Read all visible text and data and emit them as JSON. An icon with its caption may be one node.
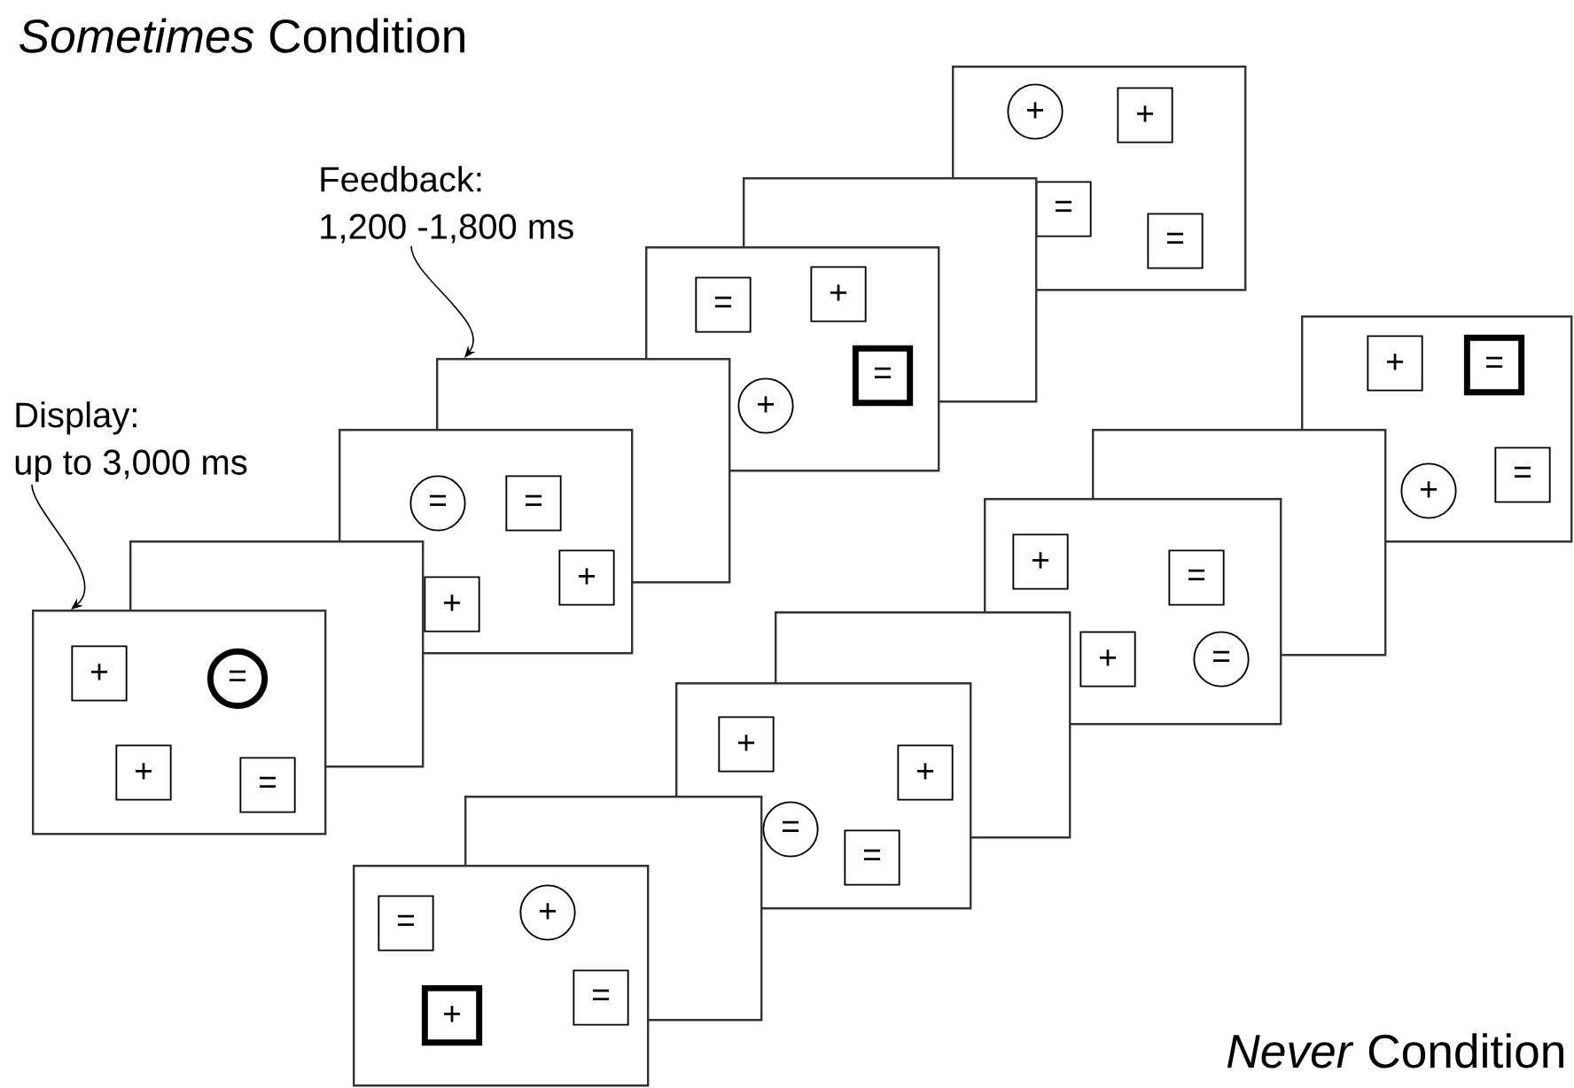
{
  "diagram": {
    "title": "*Sometimes* Condition",
    "nodes": [
      {
        "text": [
          "Display:",
          "up to 3,000 ms"
        ]
      },
      {
        "text": [
          "Feedback:",
          "1,200 -1,800 ms"
        ]
      },
      {
        "text": [],
        "shape": "box"
      },
      {
        "text": [
          "+"
        ],
        "in": 2
      },
      {
        "text": [
          "="
        ]
      },
      {
        "text": [
          "+"
        ],
        "in": 2
      },
      {
        "text": [
          "="
        ],
        "in": 2
      },
      {
        "text": [],
        "shape": "box"
      },
      {
        "text": [],
        "shape": "box"
      },
      {
        "text": [
          "="
        ],
        "in": 8
      },
      {
        "text": [
          "="
        ]
      },
      {
        "text": [
          "+"
        ],
        "in": 8
      },
      {
        "text": [
          "+"
        ],
        "in": 8
      },
      {
        "text": [],
        "shape": "box"
      },
      {
        "text": [],
        "shape": "box"
      },
      {
        "text": [
          "="
        ],
        "in": 14
      },
      {
        "text": [
          "+"
        ]
      },
      {
        "text": [
          "+"
        ],
        "in": 14
      },
      {
        "text": [
          "="
        ]
      },
      {
        "text": [],
        "shape": "box"
      },
      {
        "text": [],
        "shape": "box"
      },
      {
        "text": [
          "+"
        ],
        "in": 20
      },
      {
        "text": [
          "+"
        ],
        "in": 20
      },
      {
        "text": [
          "="
        ],
        "in": 20
      },
      {
        "text": [
          "="
        ],
        "in": 20
      },
      {
        "text": [],
        "shape": "box"
      },
      {
        "text": [
          "="
        ],
        "in": 25
      },
      {
        "text": [
          "+"
        ]
      },
      {
        "text": [
          "+"
        ],
        "in": 25
      },
      {
        "text": [
          "="
        ],
        "in": 25
      },
      {
        "text": [],
        "shape": "box"
      },
      {
        "text": [],
        "shape": "box"
      },
      {
        "text": [
          "+"
        ],
        "in": 31
      },
      {
        "text": [
          "+"
        ]
      },
      {
        "text": [
          "="
        ],
        "in": 31
      },
      {
        "text": [
          "="
        ],
        "in": 31
      },
      {
        "text": [],
        "shape": "box"
      },
      {
        "text": [],
        "shape": "box"
      },
      {
        "text": [
          "+"
        ],
        "in": 37
      },
      {
        "text": [
          "="
        ]
      },
      {
        "text": [
          "+"
        ],
        "in": 37
      },
      {
        "text": [
          "="
        ],
        "in": 37
      },
      {
        "text": [],
        "shape": "box"
      },
      {
        "text": [],
        "shape": "box"
      },
      {
        "text": [
          "+"
        ],
        "in": 43
      },
      {
        "text": [
          "="
        ],
        "in": 43
      },
      {
        "text": [
          "+"
        ],
        "in": 43
      },
      {
        "text": [
          "="
        ],
        "in": 43
      }
    ],
    "edges": [
      {
        "from": 0,
        "to": 2,
        "arrow": "to"
      },
      {
        "from": 1,
        "to": 13,
        "arrow": "to"
      }
    ],
    "labels": [
      "*Never* Condition"
    ]
  }
}
